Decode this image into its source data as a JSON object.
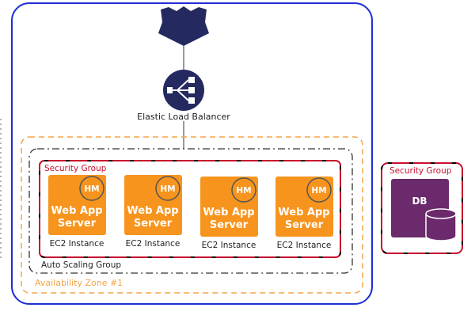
{
  "load_balancer": {
    "label": "Elastic Load Balancer"
  },
  "availability_zone": {
    "label": "Availability Zone #1"
  },
  "auto_scaling_group": {
    "label": "Auto Scaling Group"
  },
  "security_group_app": {
    "label": "Security Group"
  },
  "security_group_db": {
    "label": "Security Group"
  },
  "instances": [
    {
      "badge": "HM",
      "title_line1": "Web App",
      "title_line2": "Server",
      "caption": "EC2 Instance"
    },
    {
      "badge": "HM",
      "title_line1": "Web App",
      "title_line2": "Server",
      "caption": "EC2 Instance"
    },
    {
      "badge": "HM",
      "title_line1": "Web App",
      "title_line2": "Server",
      "caption": "EC2 Instance"
    },
    {
      "badge": "HM",
      "title_line1": "Web App",
      "title_line2": "Server",
      "caption": "EC2 Instance"
    }
  ],
  "database": {
    "label": "DB"
  },
  "colors": {
    "vpc_border": "#1f2fd6",
    "navy_icon": "#242a5f",
    "orange": "#f7941d",
    "az_border": "#f3a547",
    "security_red": "#c8102e",
    "db_purple": "#6b2a6b"
  }
}
